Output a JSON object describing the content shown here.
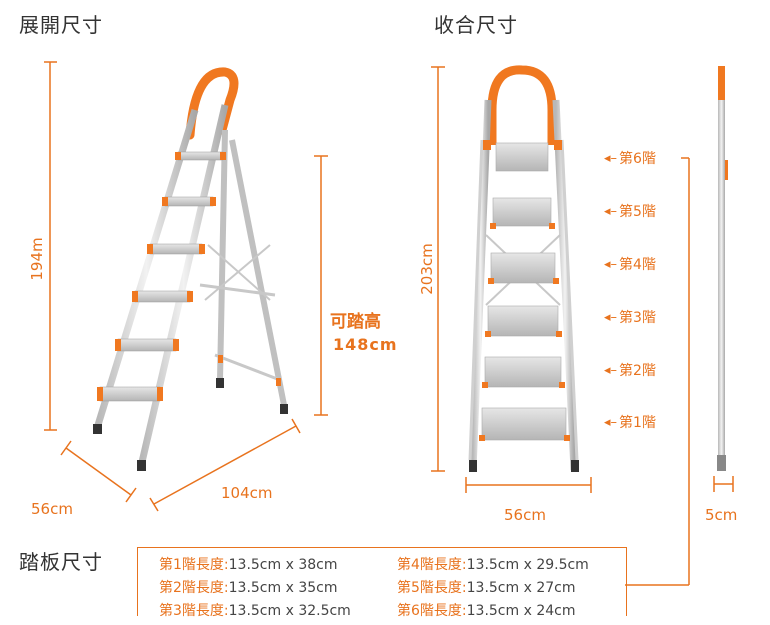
{
  "headings": {
    "unfolded": "展開尺寸",
    "folded": "收合尺寸",
    "tread": "踏板尺寸"
  },
  "unfolded": {
    "height": "194m",
    "depth": "56cm",
    "spread": "104cm",
    "reach_label": "可踏高",
    "reach_value": "148cm"
  },
  "folded": {
    "height": "203cm",
    "width": "56cm",
    "thickness": "5cm",
    "steps": [
      "第6階",
      "第5階",
      "第4階",
      "第3階",
      "第2階",
      "第1階"
    ]
  },
  "tread_specs": [
    {
      "label": "第1階長度:",
      "value": "13.5cm x 38cm"
    },
    {
      "label": "第2階長度:",
      "value": "13.5cm x 35cm"
    },
    {
      "label": "第3階長度:",
      "value": "13.5cm x 32.5cm"
    },
    {
      "label": "第4階長度:",
      "value": "13.5cm x 29.5cm"
    },
    {
      "label": "第5階長度:",
      "value": "13.5cm x 27cm"
    },
    {
      "label": "第6階長度:",
      "value": "13.5cm x 24cm"
    }
  ],
  "colors": {
    "accent": "#e8731e",
    "frame": "#c8c8c8"
  }
}
